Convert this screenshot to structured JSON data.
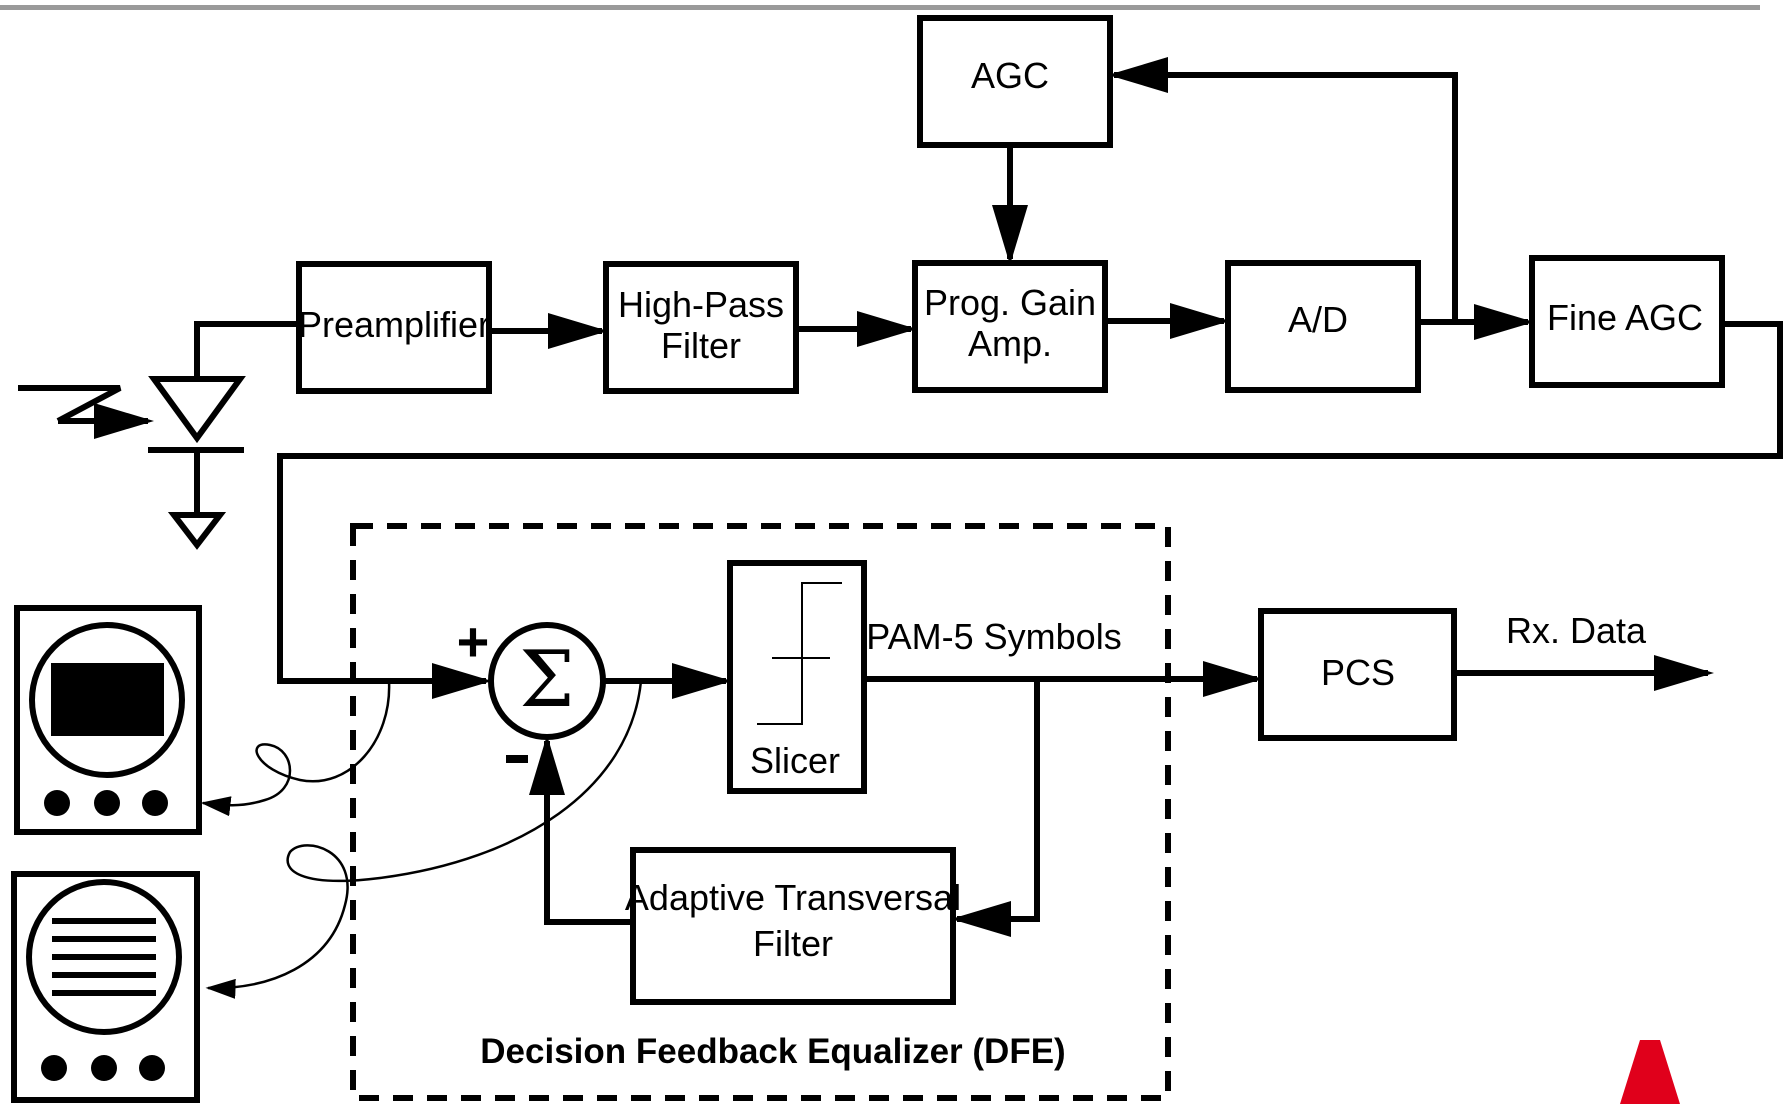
{
  "blocks": {
    "agc": "AGC",
    "preamplifier": "Preamplifier",
    "high_pass": [
      "High-Pass",
      "Filter"
    ],
    "prog_gain": [
      "Prog. Gain",
      "Amp."
    ],
    "ad": "A/D",
    "fine_agc": "Fine AGC",
    "slicer": "Slicer",
    "adaptive_filter": [
      "Adaptive Transversal",
      "Filter"
    ],
    "pcs": "PCS"
  },
  "labels": {
    "pam5": "PAM-5 Symbols",
    "rx_data": "Rx. Data",
    "dfe_title": "Decision Feedback Equalizer (DFE)",
    "sum_symbol": "Σ",
    "plus": "+",
    "minus": "-"
  },
  "colors": {
    "top_rule": "#9a9a9a",
    "logo": "#e0001b",
    "ink": "#000000"
  },
  "icons": [
    "photodiode-icon",
    "oscilloscope-icon",
    "ground-icon",
    "logo-icon"
  ]
}
